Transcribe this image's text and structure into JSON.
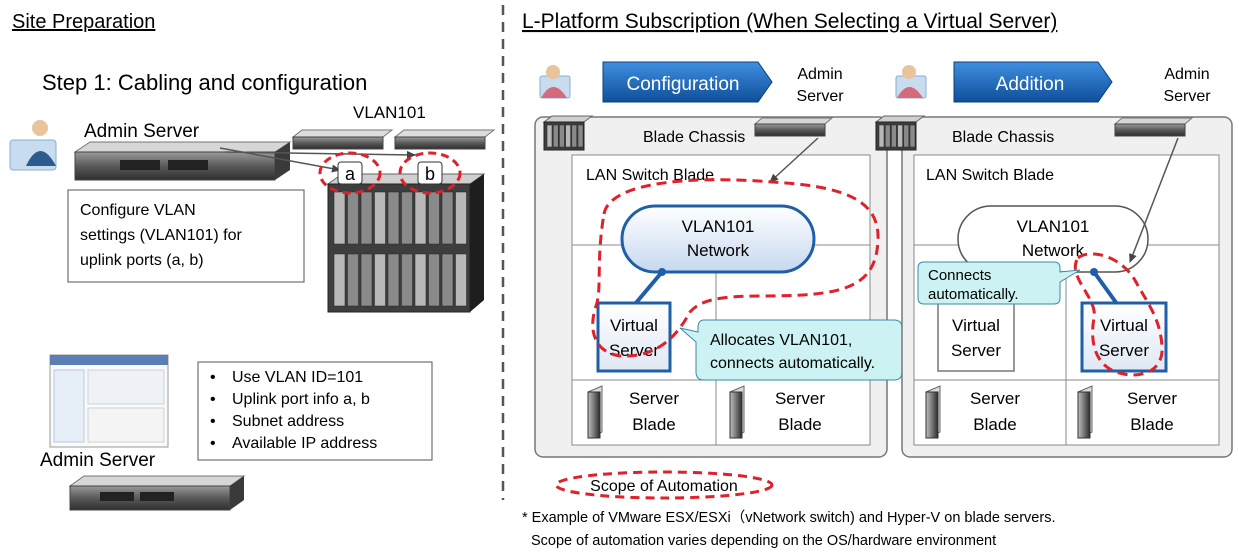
{
  "left_panel": {
    "heading": "Site Preparation",
    "step_title": "Step 1: Cabling and configuration",
    "admin_server_top_label": "Admin Server",
    "vlan_label": "VLAN101",
    "port_a": "a",
    "port_b": "b",
    "config_note": [
      "Configure VLAN",
      "settings (VLAN101) for",
      "uplink ports (a, b)"
    ],
    "bullets": [
      "Use VLAN ID=101",
      "Uplink port info a, b",
      "Subnet address",
      "Available IP address"
    ],
    "admin_server_bottom_label": "Admin Server"
  },
  "right_panel": {
    "heading": "L-Platform Subscription (When Selecting a Virtual Server)",
    "scenarios": [
      {
        "action": "Configuration",
        "admin_server": [
          "Admin",
          "Server"
        ],
        "chassis_label": "Blade Chassis",
        "switch_label": "LAN Switch Blade",
        "network": [
          "VLAN101",
          "Network"
        ],
        "callout": [
          "Allocates VLAN101,",
          "connects automatically."
        ],
        "virtual_server": [
          "Virtual",
          "Server"
        ],
        "server_blades": [
          [
            "Server",
            "Blade"
          ],
          [
            "Server",
            "Blade"
          ]
        ]
      },
      {
        "action": "Addition",
        "admin_server": [
          "Admin",
          "Server"
        ],
        "chassis_label": "Blade Chassis",
        "switch_label": "LAN Switch Blade",
        "network": [
          "VLAN101",
          "Network"
        ],
        "callout": [
          "Connects",
          "automatically."
        ],
        "virtual_servers": [
          [
            "Virtual",
            "Server"
          ],
          [
            "Virtual",
            "Server"
          ]
        ],
        "server_blades": [
          [
            "Server",
            "Blade"
          ],
          [
            "Server",
            "Blade"
          ]
        ]
      }
    ],
    "legend": "Scope of Automation",
    "footnote": [
      "* Example of VMware ESX/ESXi（vNetwork switch) and Hyper-V on blade servers.",
      "Scope of automation varies depending on the OS/hardware environment"
    ]
  },
  "colors": {
    "accent_blue": "#1f5fa8",
    "arrow_blue": "#1e73c8",
    "callout_fill": "#ccf2f4",
    "dash_red": "#e0202a",
    "network_fill": "#dbe6f5",
    "panel_fill": "#f0f0f0"
  }
}
